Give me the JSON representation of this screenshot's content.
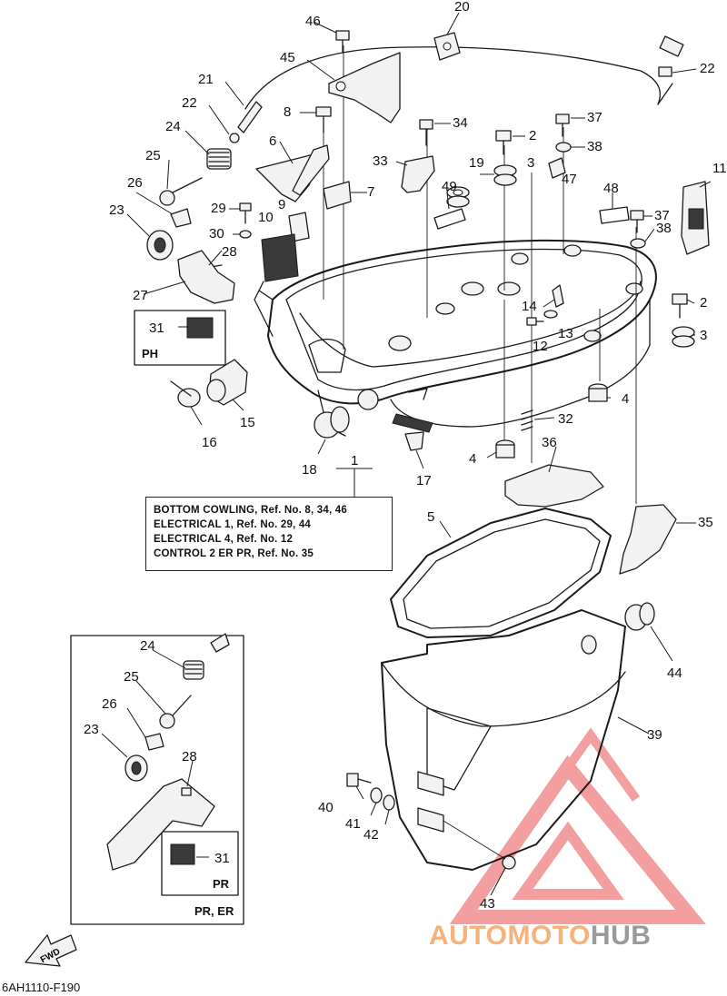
{
  "diagram": {
    "reference_box": [
      "BOTTOM COWLING, Ref. No. 8, 34, 46",
      "ELECTRICAL 1,  Ref. No. 29, 44",
      "ELECTRICAL 4,  Ref. No. 12",
      "CONTROL 2 ER PR,  Ref. No. 35"
    ],
    "variant_tags": {
      "ph": "PH",
      "pr": "PR",
      "pr_er": "PR, ER"
    },
    "fwd_label": "FWD",
    "drawing_code": "6AH1110-F190",
    "watermark": {
      "part_a": "AUTOMOTO",
      "part_b": "HUB",
      "color_a": "#f5b27a",
      "color_b": "#9a9a9a",
      "logo_color": "#f08080"
    },
    "callouts": {
      "c46": "46",
      "c20": "20",
      "c22a": "22",
      "c45": "45",
      "c21": "21",
      "c22b": "22",
      "c8": "8",
      "c34": "34",
      "c2a": "2",
      "c37a": "37",
      "c24a": "24",
      "c6": "6",
      "c38a": "38",
      "c25a": "25",
      "c33": "33",
      "c19": "19",
      "c3a": "3",
      "c47": "47",
      "c11": "11",
      "c26a": "26",
      "c7": "7",
      "c49": "49",
      "c48": "48",
      "c23a": "23",
      "c29": "29",
      "c9": "9",
      "c37b": "37",
      "c30": "30",
      "c10": "10",
      "c38b": "38",
      "c28a": "28",
      "c27": "27",
      "c2b": "2",
      "c14": "14",
      "c31a": "31",
      "c13": "13",
      "c12": "12",
      "c3b": "3",
      "c4a": "4",
      "c15": "15",
      "c32": "32",
      "c16": "16",
      "c36": "36",
      "c18": "18",
      "c4b": "4",
      "c17": "17",
      "c1": "1",
      "c5": "5",
      "c35": "35",
      "c44": "44",
      "c24b": "24",
      "c25b": "25",
      "c26b": "26",
      "c39": "39",
      "c23b": "23",
      "c28b": "28",
      "c40": "40",
      "c41": "41",
      "c42": "42",
      "c31b": "31",
      "c43": "43"
    }
  }
}
